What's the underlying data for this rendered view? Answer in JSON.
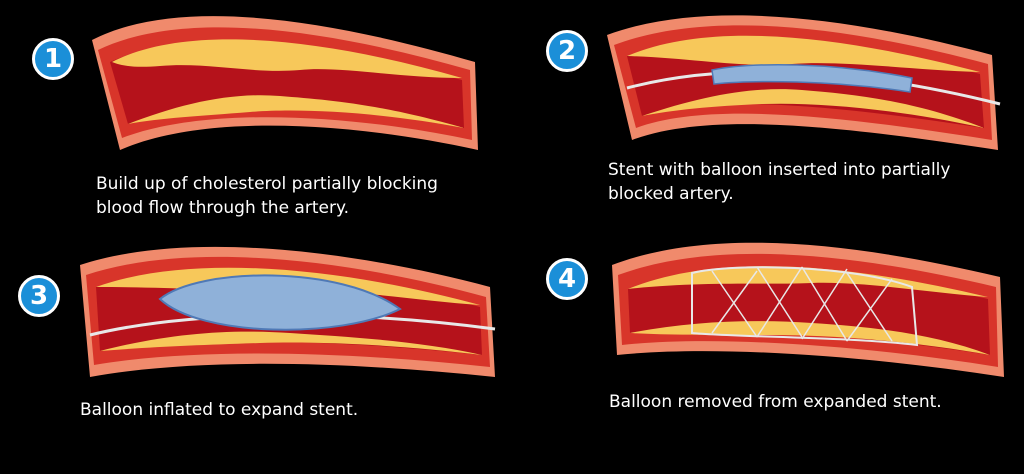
{
  "steps": [
    {
      "number": "1",
      "caption_line1": "Build up of cholesterol partially blocking",
      "caption_line2": "blood flow through the artery."
    },
    {
      "number": "2",
      "caption_line1": "Stent with balloon inserted into partially",
      "caption_line2": "blocked artery."
    },
    {
      "number": "3",
      "caption_line1": "Balloon inflated to expand stent.",
      "caption_line2": ""
    },
    {
      "number": "4",
      "caption_line1": "Balloon removed from expanded stent.",
      "caption_line2": ""
    }
  ],
  "colors": {
    "background": "#000000",
    "badge": "#1b8fd8",
    "artery_outer": "#f08a6c",
    "artery_wall": "#d8352a",
    "lumen": "#b5121b",
    "plaque": "#f7c85a",
    "stent_balloon": "#8fb1d9",
    "wire": "#e8e8e8"
  }
}
